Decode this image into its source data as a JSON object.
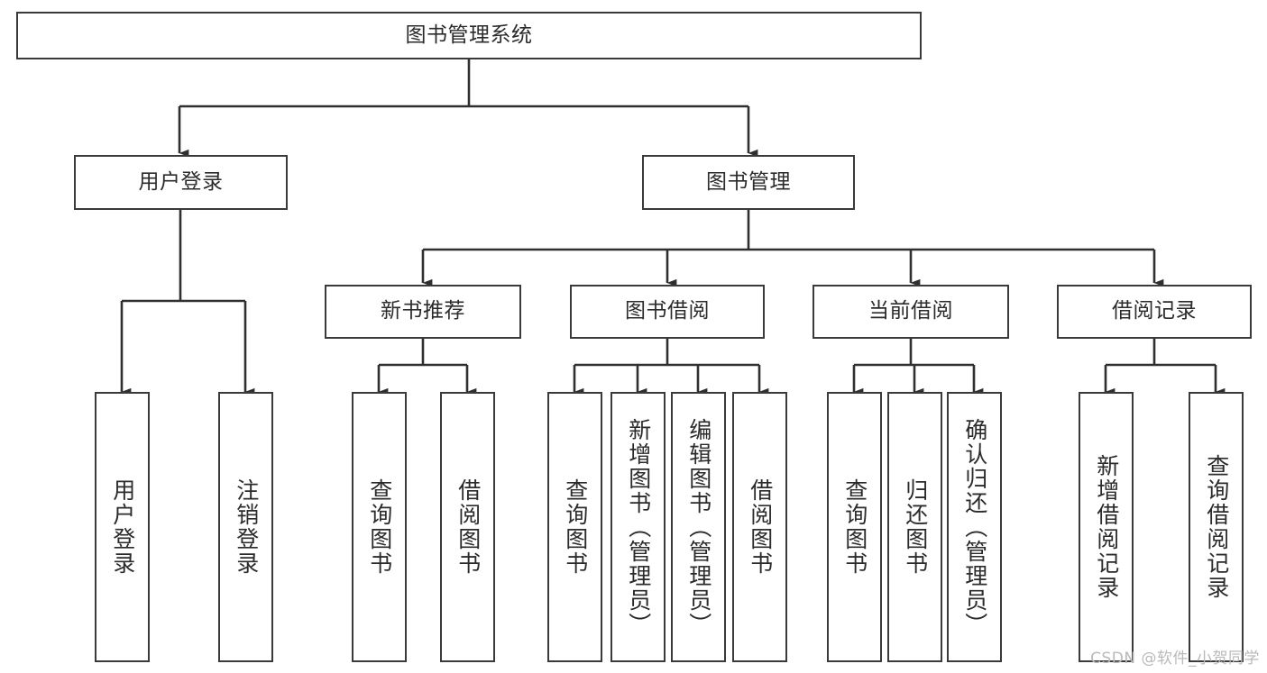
{
  "diagram": {
    "type": "tree-hierarchy-chart",
    "title": "图书管理系统",
    "watermark": "CSDN @软件_小贺同学",
    "style": {
      "box_fill": "#ffffff",
      "box_border": "#3a3a3a",
      "text_color": "#2b2b2b",
      "connector": "#2f2f2f",
      "background": "#ffffff"
    },
    "nodes": {
      "root": {
        "label": "图书管理系统",
        "level": 0,
        "orientation": "horizontal"
      },
      "level1": [
        {
          "id": "user-login",
          "label": "用户登录",
          "orientation": "horizontal"
        },
        {
          "id": "book-manage",
          "label": "图书管理",
          "orientation": "horizontal"
        }
      ],
      "level2": [
        {
          "id": "new-book-recommend",
          "label": "新书推荐",
          "orientation": "horizontal",
          "parent": "book-manage"
        },
        {
          "id": "book-borrow",
          "label": "图书借阅",
          "orientation": "horizontal",
          "parent": "book-manage"
        },
        {
          "id": "current-borrow",
          "label": "当前借阅",
          "orientation": "horizontal",
          "parent": "book-manage"
        },
        {
          "id": "borrow-record",
          "label": "借阅记录",
          "orientation": "horizontal",
          "parent": "book-manage"
        }
      ],
      "leaves": [
        {
          "id": "leaf-user-login",
          "label": "用户登录",
          "orientation": "vertical",
          "parent": "user-login"
        },
        {
          "id": "leaf-logout",
          "label": "注销登录",
          "orientation": "vertical",
          "parent": "user-login"
        },
        {
          "id": "leaf-query-book-1",
          "label": "查询图书",
          "orientation": "vertical",
          "parent": "new-book-recommend"
        },
        {
          "id": "leaf-borrow-book-1",
          "label": "借阅图书",
          "orientation": "vertical",
          "parent": "new-book-recommend"
        },
        {
          "id": "leaf-query-book-2",
          "label": "查询图书",
          "orientation": "vertical",
          "parent": "book-borrow"
        },
        {
          "id": "leaf-add-book",
          "label": "新增图书（管理员）",
          "orientation": "vertical",
          "parent": "book-borrow"
        },
        {
          "id": "leaf-edit-book",
          "label": "编辑图书（管理员）",
          "orientation": "vertical",
          "parent": "book-borrow"
        },
        {
          "id": "leaf-borrow-book-2",
          "label": "借阅图书",
          "orientation": "vertical",
          "parent": "book-borrow"
        },
        {
          "id": "leaf-query-book-3",
          "label": "查询图书",
          "orientation": "vertical",
          "parent": "current-borrow"
        },
        {
          "id": "leaf-return-book",
          "label": "归还图书",
          "orientation": "vertical",
          "parent": "current-borrow"
        },
        {
          "id": "leaf-confirm-return",
          "label": "确认归还（管理员）",
          "orientation": "vertical",
          "parent": "current-borrow"
        },
        {
          "id": "leaf-add-record",
          "label": "新增借阅记录",
          "orientation": "vertical",
          "parent": "borrow-record"
        },
        {
          "id": "leaf-query-record",
          "label": "查询借阅记录",
          "orientation": "vertical",
          "parent": "borrow-record"
        }
      ]
    }
  }
}
